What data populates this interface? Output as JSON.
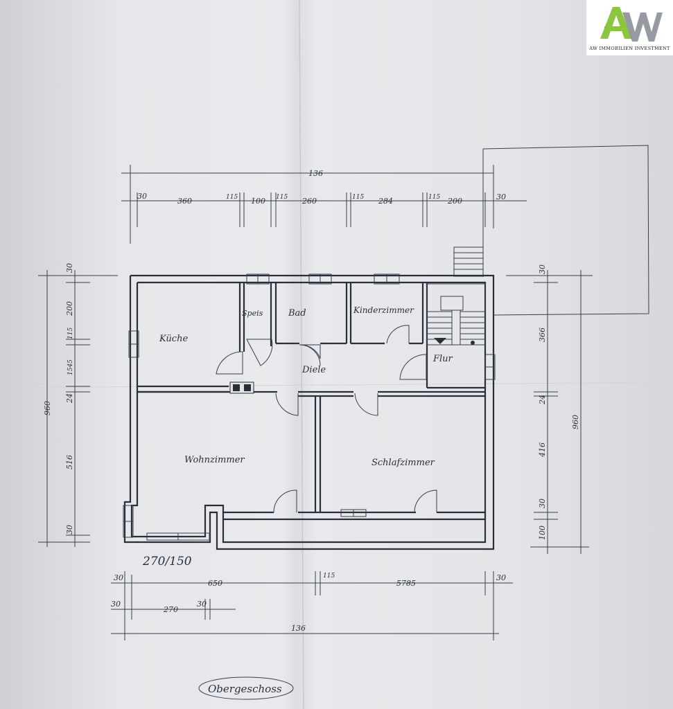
{
  "logo": {
    "text": "AW",
    "subtitle": "AW IMMOBILIEN INVESTMENT",
    "colors": {
      "a": "#8cc63f",
      "w": "#8a8f99"
    }
  },
  "rooms": {
    "kueche": "Küche",
    "speis": "Speis",
    "bad": "Bad",
    "kinderzimmer": "Kinderzimmer",
    "flur": "Flur",
    "diele": "Diele",
    "wohnzimmer": "Wohnzimmer",
    "schlafzimmer": "Schlafzimmer"
  },
  "window_label": "270/150",
  "floor_label": "Obergeschoss",
  "dims_top": {
    "overall": "136",
    "segments": [
      "30",
      "360",
      "115",
      "100",
      "115",
      "260",
      "115",
      "284",
      "115",
      "200",
      "30"
    ]
  },
  "dims_bottom": {
    "row1": [
      "30",
      "650",
      "115",
      "5785",
      "30"
    ],
    "row2": [
      "30",
      "270",
      "30"
    ],
    "overall": "136"
  },
  "dims_left": {
    "overall": "960",
    "segments": [
      "30",
      "200",
      "115",
      "1545",
      "24",
      "516",
      "30"
    ]
  },
  "dims_right": {
    "overall": "960",
    "segments": [
      "30",
      "366",
      "24",
      "416",
      "30",
      "100"
    ]
  },
  "ink_color": "#2a2d3a"
}
